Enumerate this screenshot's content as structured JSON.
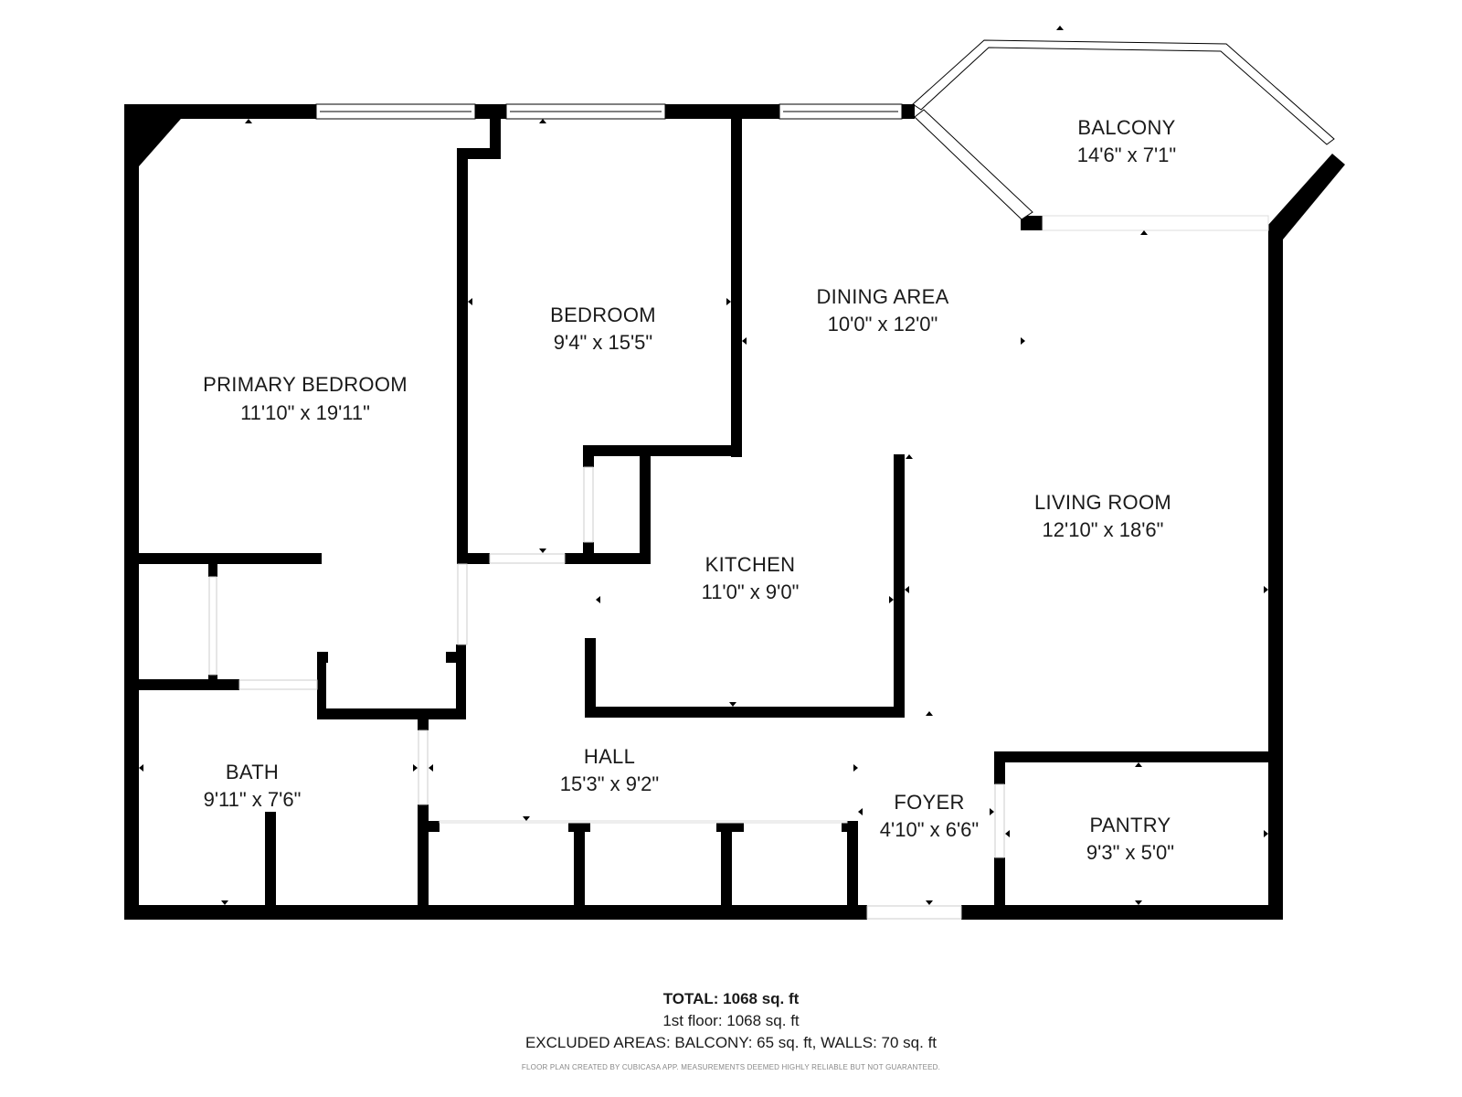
{
  "rooms": {
    "balcony": {
      "name": "BALCONY",
      "dims": "14'6\" x 7'1\""
    },
    "dining": {
      "name": "DINING AREA",
      "dims": "10'0\" x 12'0\""
    },
    "bedroom": {
      "name": "BEDROOM",
      "dims": "9'4\" x 15'5\""
    },
    "primary": {
      "name": "PRIMARY BEDROOM",
      "dims": "11'10\" x 19'11\""
    },
    "living": {
      "name": "LIVING ROOM",
      "dims": "12'10\" x 18'6\""
    },
    "kitchen": {
      "name": "KITCHEN",
      "dims": "11'0\" x 9'0\""
    },
    "bath": {
      "name": "BATH",
      "dims": "9'11\" x 7'6\""
    },
    "hall": {
      "name": "HALL",
      "dims": "15'3\" x 9'2\""
    },
    "foyer": {
      "name": "FOYER",
      "dims": "4'10\" x 6'6\""
    },
    "pantry": {
      "name": "PANTRY",
      "dims": "9'3\" x 5'0\""
    }
  },
  "summary": {
    "total_label": "TOTAL: 1068 sq. ft",
    "floor_line": "1st floor: 1068 sq. ft",
    "excluded_line": "EXCLUDED AREAS: BALCONY: 65 sq. ft, WALLS: 70 sq. ft",
    "disclaimer": "FLOOR PLAN CREATED BY CUBICASA APP. MEASUREMENTS DEEMED HIGHLY RELIABLE BUT NOT GUARANTEED."
  },
  "colors": {
    "wall": "#000000",
    "background": "#ffffff"
  }
}
